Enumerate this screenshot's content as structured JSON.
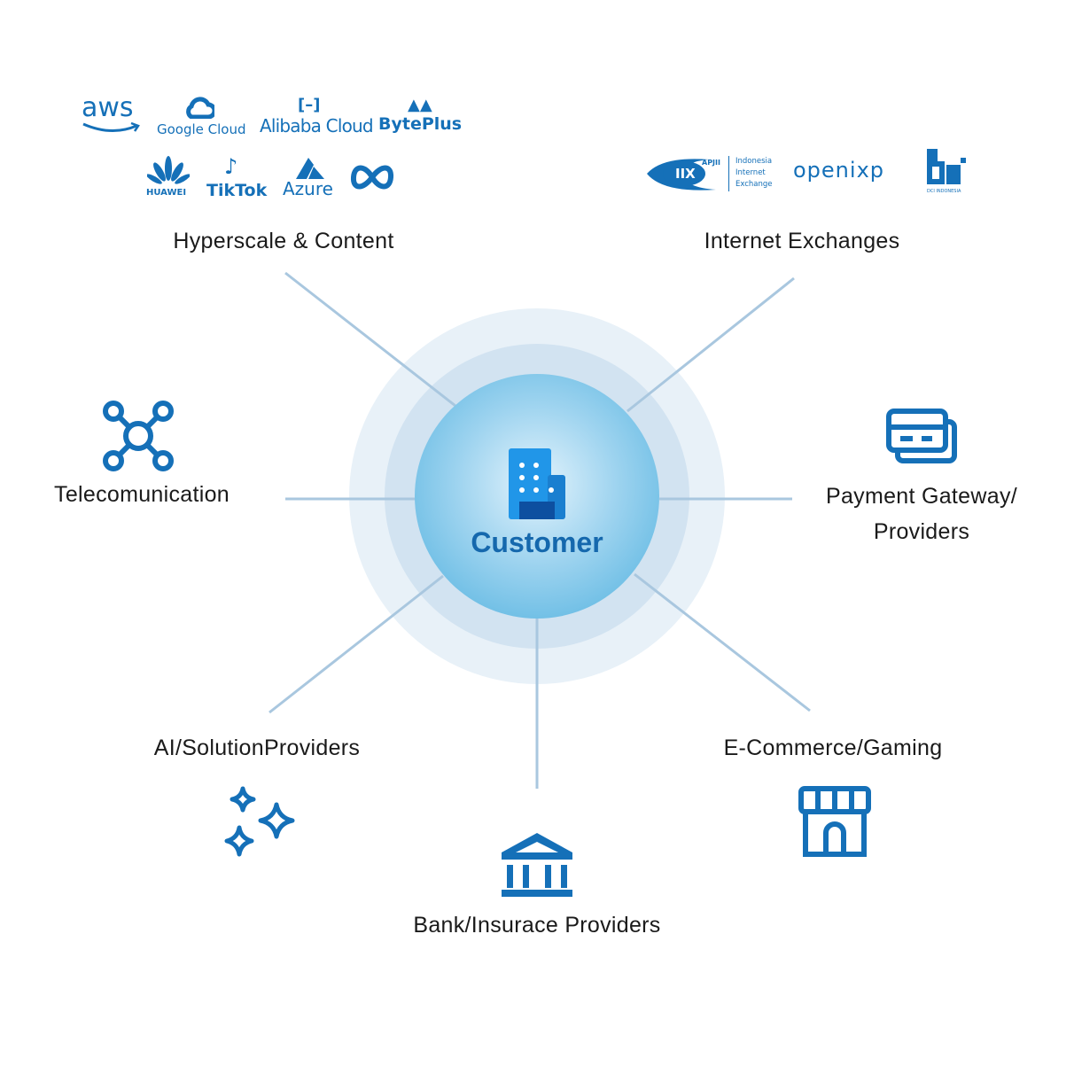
{
  "center": {
    "label": "Customer"
  },
  "categories": {
    "hyperscale": "Hyperscale & Content",
    "ix": "Internet Exchanges",
    "telco": "Telecomunication",
    "payment_1": "Payment Gateway/",
    "payment_2": "Providers",
    "ai": "AI/SolutionProviders",
    "ecommerce": "E-Commerce/Gaming",
    "bank": "Bank/Insurace Providers"
  },
  "logos": {
    "aws": "aws",
    "google": "Google Cloud",
    "alibaba": "Alibaba Cloud",
    "byteplus": "BytePlus",
    "huawei": "HUAWEI",
    "tiktok": "TikTok",
    "azure": "Azure",
    "iix": "IIX",
    "apjii": "APJII",
    "iix_text_1": "Indonesia",
    "iix_text_2": "Internet",
    "iix_text_3": "Exchange",
    "openixp": "openixp",
    "dci": "DCI INDONESIA"
  },
  "colors": {
    "accent": "#1570b8",
    "line": "#a9c7df"
  }
}
